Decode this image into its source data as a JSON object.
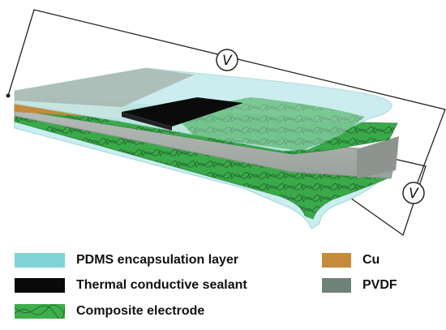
{
  "meters": {
    "top": "V",
    "right": "V"
  },
  "legend": [
    {
      "label": "PDMS encapsulation layer",
      "color": "#7fd3d4",
      "icon": "pdms-swatch"
    },
    {
      "label": "Cu",
      "color": "#c58a3c",
      "icon": "cu-swatch"
    },
    {
      "label": "Thermal conductive sealant",
      "color": "#0a0a0a",
      "icon": "sealant-swatch"
    },
    {
      "label": "PVDF",
      "color": "#6f8277",
      "icon": "pvdf-swatch"
    },
    {
      "label": "Composite electrode",
      "color": "#3fae4c",
      "icon": "electrode-swatch"
    }
  ]
}
